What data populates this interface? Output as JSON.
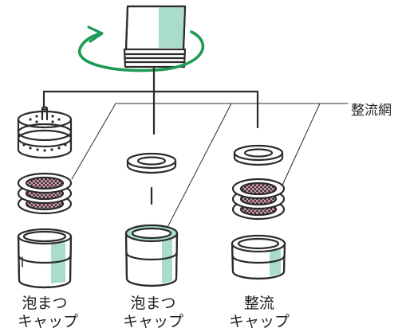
{
  "callout_label": "整流網",
  "caps": [
    {
      "line1": "泡まつ",
      "line2": "キャップ"
    },
    {
      "line1": "泡まつ",
      "line2": "キャップ"
    },
    {
      "line1": "整流",
      "line2": "キャップ"
    }
  ],
  "colors": {
    "ink": "#2b2b2b",
    "rotation_arrow": "#1e9a54",
    "mint": "#a9dccc",
    "mesh": "#a3304e",
    "paper": "#ffffff"
  },
  "icons": [
    "rotation-arrow-icon",
    "faucet-spout-icon"
  ]
}
